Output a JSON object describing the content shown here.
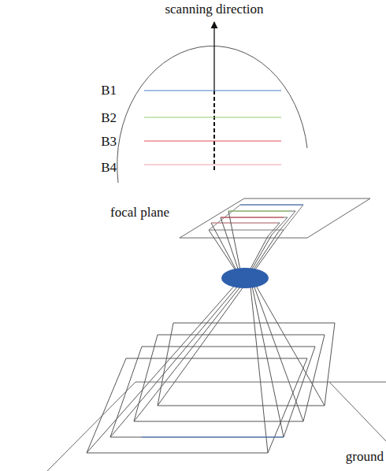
{
  "diagram": {
    "labels": [
      "scanning direction",
      "B1",
      "B2",
      "B3",
      "B4",
      "focal plane",
      "ground"
    ]
  }
}
